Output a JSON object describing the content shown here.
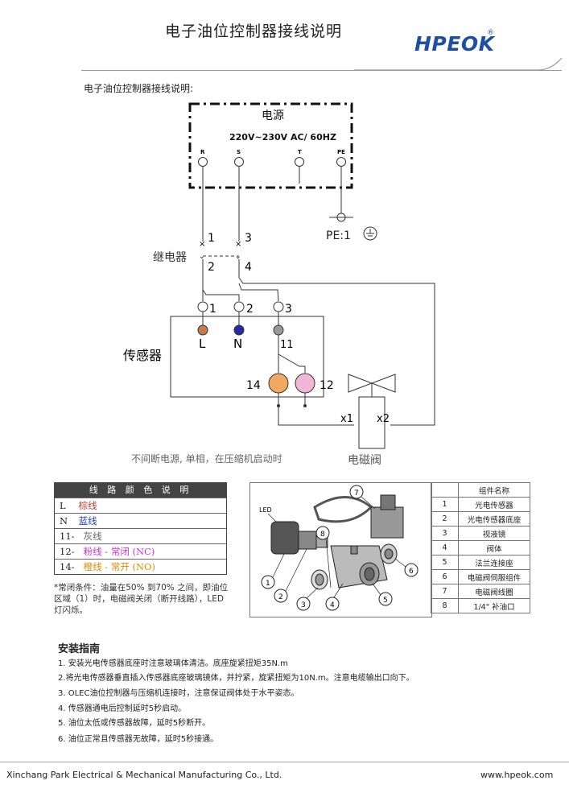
{
  "header": {
    "title": "电子油位控制器接线说明",
    "logo": "HPEOK",
    "logo_reg": "®"
  },
  "subtitle": "电子油位控制器接线说明:",
  "diagram": {
    "power_label": "电源",
    "voltage": "220V~230V AC/ 60HZ",
    "terminals": [
      "R",
      "S",
      "T",
      "PE"
    ],
    "pe_label": "PE:1",
    "relay_label": "继电器",
    "relay_pins": [
      "1",
      "3",
      "2",
      "4"
    ],
    "sensor_label": "传感器",
    "sensor_pins": [
      "1",
      "2",
      "3"
    ],
    "wire_letters": [
      "L",
      "N"
    ],
    "pin_11": "11",
    "pin_14": "14",
    "pin_12": "12",
    "x1": "x1",
    "x2": "x2",
    "solenoid_label": "电磁阀",
    "caption": "不间断电源, 单相，在压缩机启动时"
  },
  "legend": {
    "title": "线 路 颜 色 说 明",
    "rows": [
      {
        "code": "L",
        "text": "棕线",
        "color": "#c0392b"
      },
      {
        "code": "N",
        "text": "蓝线",
        "color": "#1f3fbf"
      },
      {
        "code": "11-",
        "text": "灰线",
        "color": "#666666"
      },
      {
        "code": "12-",
        "text": "粉线 - 常闭 (NC)",
        "color": "#cc33cc"
      },
      {
        "code": "14-",
        "text": "橙线 - 常开 (NO)",
        "color": "#e08a00"
      }
    ]
  },
  "note": "*常闭条件：油量在50% 到70% 之间，即油位区域（1）时，电磁阀关闭（断开线路），LED灯闪烁。",
  "parts_image": {
    "led_label": "LED",
    "callouts": [
      "1",
      "2",
      "3",
      "4",
      "5",
      "6",
      "7",
      "8"
    ]
  },
  "parts_table": {
    "header": "组件名称",
    "rows": [
      {
        "num": "1",
        "name": "光电传感器"
      },
      {
        "num": "2",
        "name": "光电传感器底座"
      },
      {
        "num": "3",
        "name": "视液镜"
      },
      {
        "num": "4",
        "name": "阀体"
      },
      {
        "num": "5",
        "name": "法兰连接座"
      },
      {
        "num": "6",
        "name": "电磁阀伺服组件"
      },
      {
        "num": "7",
        "name": "电磁阀线圈"
      },
      {
        "num": "8",
        "name": "1/4\" 补油口"
      }
    ]
  },
  "install": {
    "title": "安装指南",
    "items": [
      "1. 安装光电传感器底座时注意玻璃体清洁。底座旋紧扭矩35N.m",
      "2.将光电传感器垂直插入传感器底座玻璃镜体，并拧紧，旋紧扭矩为10N.m。注意电缆输出口向下。",
      "3. OLEC油位控制器与压缩机连接时，注意保证阀体处于水平姿态。",
      "4. 传感器通电后控制延时5秒启动。",
      "5. 油位太低或传感器故障，延时5秒断开。",
      "6. 油位正常且传感器无故障，延时5秒接通。"
    ]
  },
  "footer": {
    "company": "Xinchang Park Electrical & Mechanical Manufacturing Co., Ltd.",
    "website": "www.hpeok.com"
  }
}
